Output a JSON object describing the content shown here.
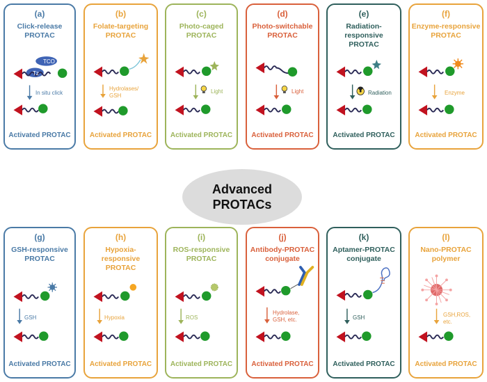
{
  "center": {
    "line1": "Advanced",
    "line2": "PROTACs"
  },
  "panels": [
    {
      "letter": "(a)",
      "title": "Click-release PROTAC",
      "condition": "In situ click",
      "result": "Activated PROTAC",
      "color": "#4a7aa6",
      "label1": "TCO",
      "label2": "Tz"
    },
    {
      "letter": "(b)",
      "title": "Folate-targeting PROTAC",
      "condition": "Hydrolases/ GSH",
      "result": "Activated PROTAC",
      "color": "#e8a33b"
    },
    {
      "letter": "(c)",
      "title": "Photo-caged PROTAC",
      "condition": "Light",
      "result": "Activated PROTAC",
      "color": "#9db45a"
    },
    {
      "letter": "(d)",
      "title": "Photo-switchable PROTAC",
      "condition": "Light",
      "result": "Activated PROTAC",
      "color": "#d9603b"
    },
    {
      "letter": "(e)",
      "title": "Radiation-responsive PROTAC",
      "condition": "Radiation",
      "result": "Activated PROTAC",
      "color": "#2f5f5c"
    },
    {
      "letter": "(f)",
      "title": "Enzyme-responsive PROTAC",
      "condition": "Enzyme",
      "result": "Activated PROTAC",
      "color": "#e8a33b"
    },
    {
      "letter": "(g)",
      "title": "GSH-responsive PROTAC",
      "condition": "GSH",
      "result": "Activated PROTAC",
      "color": "#4a7aa6"
    },
    {
      "letter": "(h)",
      "title": "Hypoxia-responsive PROTAC",
      "condition": "Hypoxia",
      "result": "Activated PROTAC",
      "color": "#e8a33b"
    },
    {
      "letter": "(i)",
      "title": "ROS-responsive PROTAC",
      "condition": "ROS",
      "result": "Activated PROTAC",
      "color": "#9db45a"
    },
    {
      "letter": "(j)",
      "title": "Antibody-PROTAC conjugate",
      "condition": "Hydrolase, GSH, etc.",
      "result": "Activated PROTAC",
      "color": "#d9603b"
    },
    {
      "letter": "(k)",
      "title": "Aptamer-PROTAC conjugate",
      "condition": "GSH",
      "result": "Activated PROTAC",
      "color": "#2f5f5c"
    },
    {
      "letter": "(l)",
      "title": "Nano-PROTAC polymer",
      "condition": "GSH,ROS, etc.",
      "result": "Activated PROTAC",
      "color": "#e8a33b"
    }
  ],
  "icons": [
    "triangle-warhead",
    "wavy-linker",
    "green-ball-ligand",
    "light-bulb",
    "radiation",
    "star-cage",
    "antibody",
    "aptamer",
    "nanoparticle"
  ]
}
